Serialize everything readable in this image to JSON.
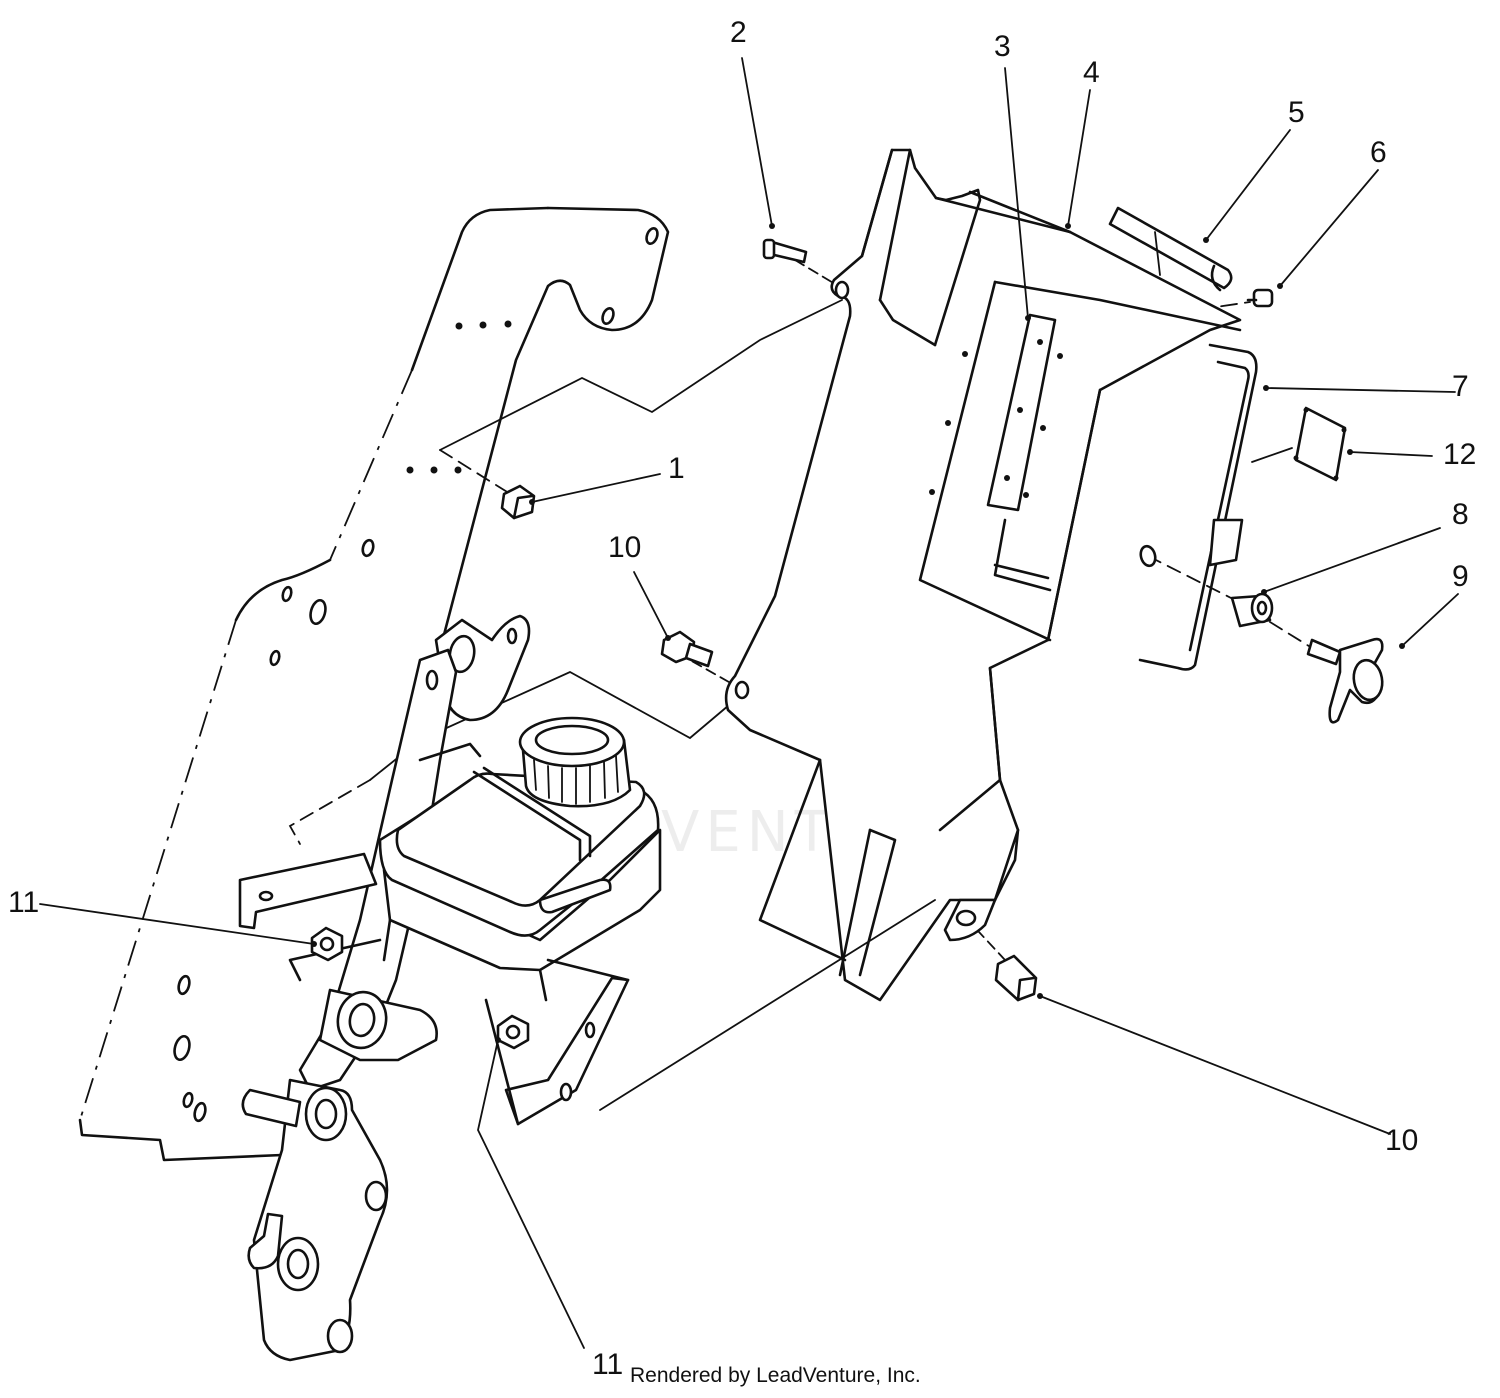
{
  "callouts": [
    {
      "id": "c1",
      "label": "1"
    },
    {
      "id": "c2",
      "label": "2"
    },
    {
      "id": "c3",
      "label": "3"
    },
    {
      "id": "c4",
      "label": "4"
    },
    {
      "id": "c5",
      "label": "5"
    },
    {
      "id": "c6",
      "label": "6"
    },
    {
      "id": "c7",
      "label": "7"
    },
    {
      "id": "c8",
      "label": "8"
    },
    {
      "id": "c9",
      "label": "9"
    },
    {
      "id": "c10a",
      "label": "10"
    },
    {
      "id": "c10b",
      "label": "10"
    },
    {
      "id": "c11a",
      "label": "11"
    },
    {
      "id": "c11b",
      "label": "11"
    },
    {
      "id": "c12",
      "label": "12"
    }
  ],
  "credit": "Rendered by LeadVenture, Inc.",
  "watermark": "LEADVENTURE"
}
